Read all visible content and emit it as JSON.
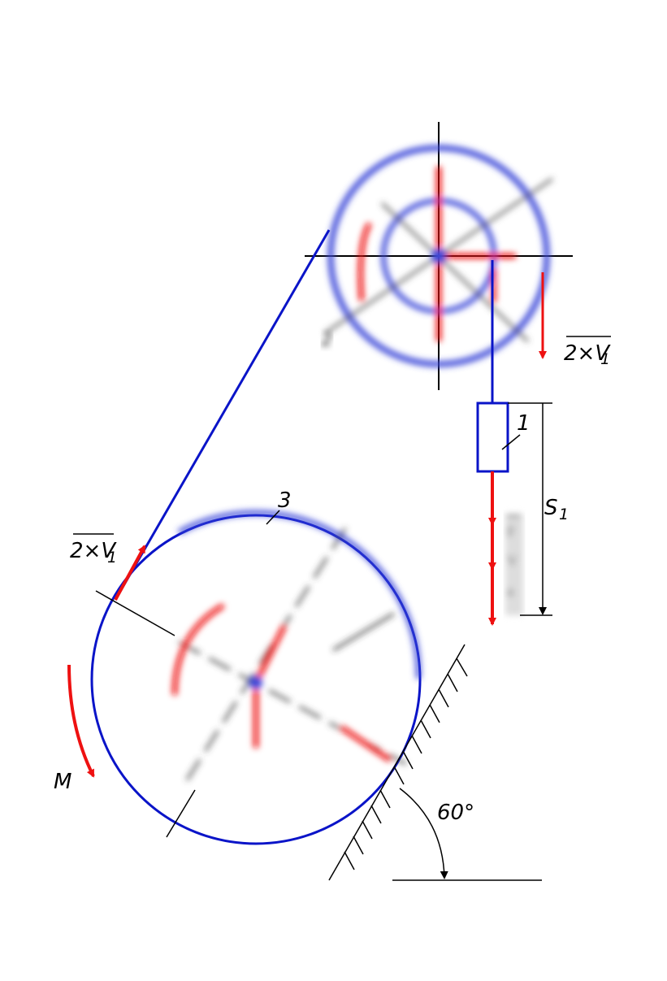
{
  "labels": {
    "v2_top": "2×V",
    "v2_top_sub": "1",
    "v2_left": "2×V",
    "v2_left_sub": "1",
    "body1": "1",
    "body3": "3",
    "s1": "S",
    "s1_sub": "1",
    "moment": "M",
    "angle": "60°",
    "body2_blurred": "2"
  },
  "colors": {
    "belt": "#0a14c8",
    "disk": "#3a46d8",
    "vector": "#ee1111",
    "line": "#000000"
  }
}
